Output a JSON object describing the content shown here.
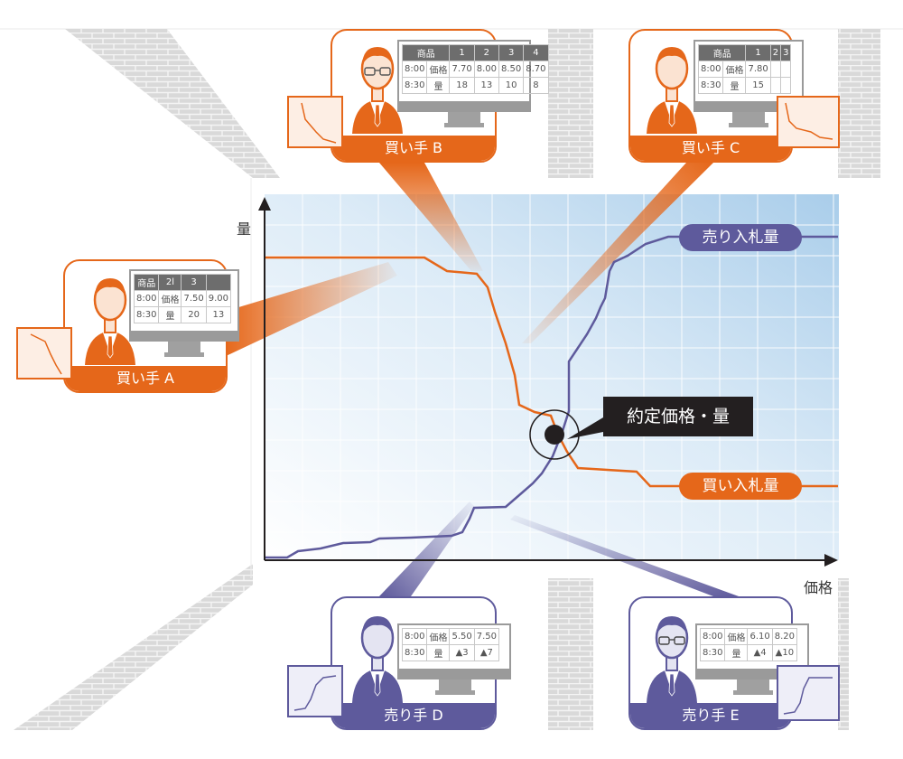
{
  "chart": {
    "y_axis_label": "量",
    "x_axis_label": "価格",
    "equilibrium_label": "約定価格・量",
    "sell_curve_label": "売り入札量",
    "buy_curve_label": "買い入札量",
    "colors": {
      "buyer": "#e5671a",
      "seller": "#5e5a9c",
      "equilibrium": "#231f20",
      "plot_bg": "#dcebf7"
    }
  },
  "participants": {
    "buyer_a": {
      "name": "買い手 A",
      "table": {
        "header": [
          "商品",
          "2l",
          "3",
          ""
        ],
        "row1": [
          "8:00",
          "価格",
          "7.50",
          "9.00",
          ""
        ],
        "row2": [
          "8:30",
          "量",
          "20",
          "13",
          ""
        ]
      }
    },
    "buyer_b": {
      "name": "買い手 B",
      "table": {
        "header": [
          "商品",
          "1",
          "2",
          "3",
          "4"
        ],
        "row1": [
          "8:00",
          "価格",
          "7.70",
          "8.00",
          "8.50",
          "8.70"
        ],
        "row2": [
          "8:30",
          "量",
          "18",
          "13",
          "10",
          "8"
        ]
      }
    },
    "buyer_c": {
      "name": "買い手 C",
      "table": {
        "header": [
          "商品",
          "1",
          "2",
          "3"
        ],
        "row1": [
          "8:00",
          "価格",
          "7.80",
          "",
          ""
        ],
        "row2": [
          "8:30",
          "量",
          "15",
          "",
          ""
        ]
      }
    },
    "seller_d": {
      "name": "売り手 D",
      "table": {
        "row1": [
          "8:00",
          "価格",
          "5.50",
          "7.50"
        ],
        "row2": [
          "8:30",
          "量",
          "▲3",
          "▲7"
        ]
      }
    },
    "seller_e": {
      "name": "売り手 E",
      "table": {
        "row1": [
          "8:00",
          "価格",
          "6.10",
          "8.20"
        ],
        "row2": [
          "8:30",
          "量",
          "▲4",
          "▲10"
        ]
      }
    }
  }
}
